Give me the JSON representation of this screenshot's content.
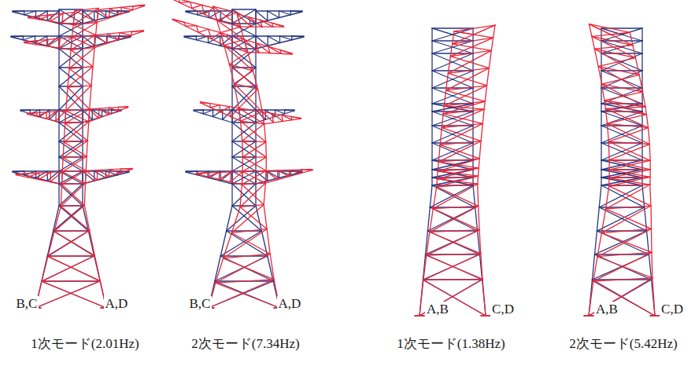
{
  "diagram": {
    "labels": [
      "B,C",
      "A,D",
      "B,C",
      "A,D",
      "A,B",
      "C,D",
      "A,B",
      "C,D",
      "1次モード(2.01Hz)",
      "2次モード(7.34Hz)",
      "1次モード(1.38Hz)",
      "2次モード(5.42Hz)"
    ]
  }
}
